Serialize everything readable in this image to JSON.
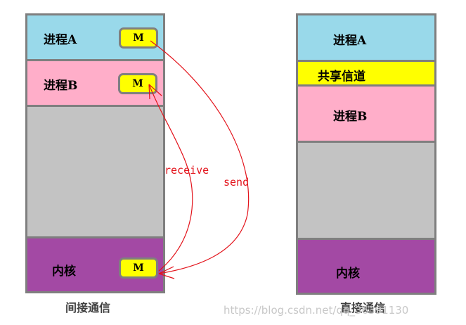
{
  "left_column": {
    "process_a": {
      "label": "进程A",
      "message": "M"
    },
    "process_b": {
      "label": "进程B",
      "message": "M"
    },
    "kernel": {
      "label": "内核",
      "message": "M"
    },
    "caption": "间接通信",
    "send_label": "send",
    "receive_label": "receive"
  },
  "right_column": {
    "process_a": {
      "label": "进程A"
    },
    "shared_channel": {
      "label": "共享信道"
    },
    "process_b": {
      "label": "进程B"
    },
    "kernel": {
      "label": "内核"
    },
    "caption": "直接通信"
  },
  "watermark": "https://blog.csdn.net/qq_36391130",
  "colors": {
    "process_a": "#99d9ea",
    "process_b": "#ffaec9",
    "empty": "#c3c3c3",
    "kernel": "#a349a4",
    "channel": "#ffff00",
    "border": "#7f7f7f",
    "arrow": "#e3131b"
  }
}
